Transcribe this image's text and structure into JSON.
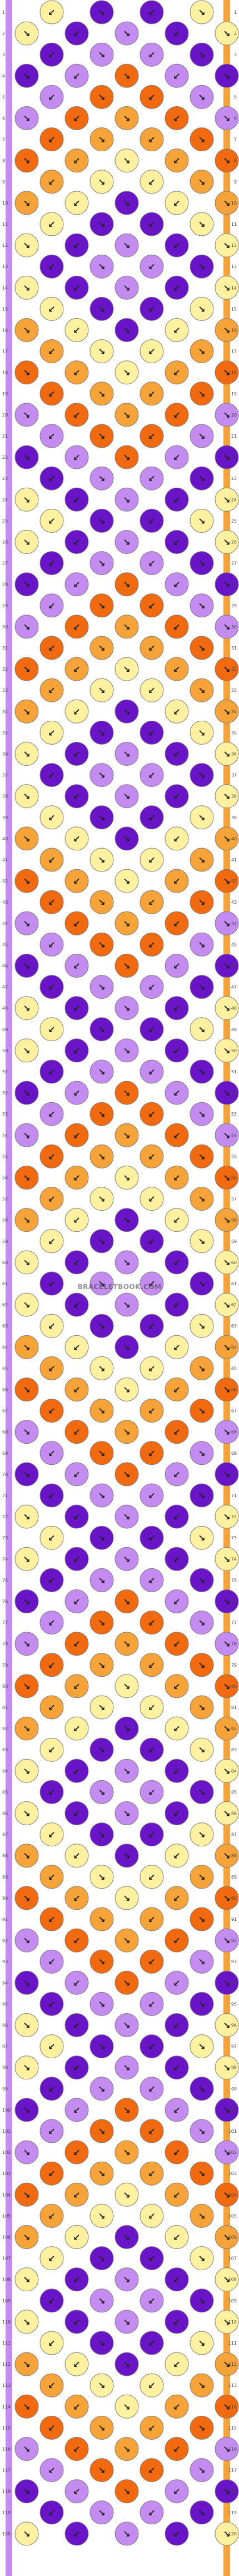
{
  "pattern": {
    "watermark": "BRACELETBOOK.COM",
    "row_count": 120,
    "knots_per_row_even": 4,
    "knots_per_row_odd": 5,
    "colors": {
      "light_yellow": "#FFF1A0",
      "orange": "#F6A43A",
      "dark_orange": "#F26A10",
      "lilac": "#C48BF0",
      "purple": "#6A14C8"
    },
    "knot_symbols": [
      "↙",
      "↘",
      "↙↘",
      "↘↙"
    ]
  }
}
